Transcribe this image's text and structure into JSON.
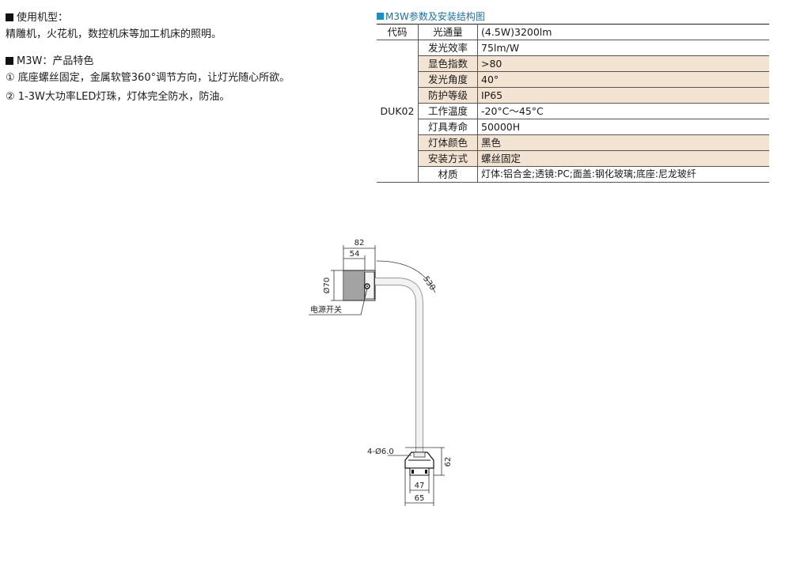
{
  "left": {
    "section1_title": "使用机型：",
    "section1_text": "精雕机，火花机，数控机床等加工机床的照明。",
    "section2_title": "M3W：产品特色",
    "features": [
      "① 底座螺丝固定，金属软管360°调节方向，让灯光随心所欲。",
      "② 1-3W大功率LED灯珠，灯体完全防水，防油。"
    ]
  },
  "spec": {
    "title": "M3W参数及安装结构图",
    "header": {
      "code": "代码",
      "param": "光通量",
      "value": "(4.5W)3200lm"
    },
    "code": "DUK02",
    "rows": [
      {
        "param": "发光效率",
        "value": "75lm/W",
        "shaded": false
      },
      {
        "param": "显色指数",
        "value": ">80",
        "shaded": true
      },
      {
        "param": "发光角度",
        "value": "40°",
        "shaded": true
      },
      {
        "param": "防护等级",
        "value": "IP65",
        "shaded": true
      },
      {
        "param": "工作温度",
        "value": "-20°C～45°C",
        "shaded": false
      },
      {
        "param": "灯具寿命",
        "value": "50000H",
        "shaded": false
      },
      {
        "param": "灯体颜色",
        "value": "黑色",
        "shaded": true
      },
      {
        "param": "安装方式",
        "value": "螺丝固定",
        "shaded": true
      },
      {
        "param": "材质",
        "value": "灯体:铝合金;透镜:PC;面盖:钢化玻璃;底座:尼龙玻纤",
        "shaded": false
      }
    ],
    "shade_color": "#f3e3d3"
  },
  "drawing": {
    "dim_82": "82",
    "dim_54": "54",
    "dim_d70": "Ø70",
    "dim_530": "530",
    "switch_label": "电源开关",
    "holes_label": "4-Ø6.0",
    "dim_62": "62",
    "dim_47": "47",
    "dim_65": "65"
  }
}
